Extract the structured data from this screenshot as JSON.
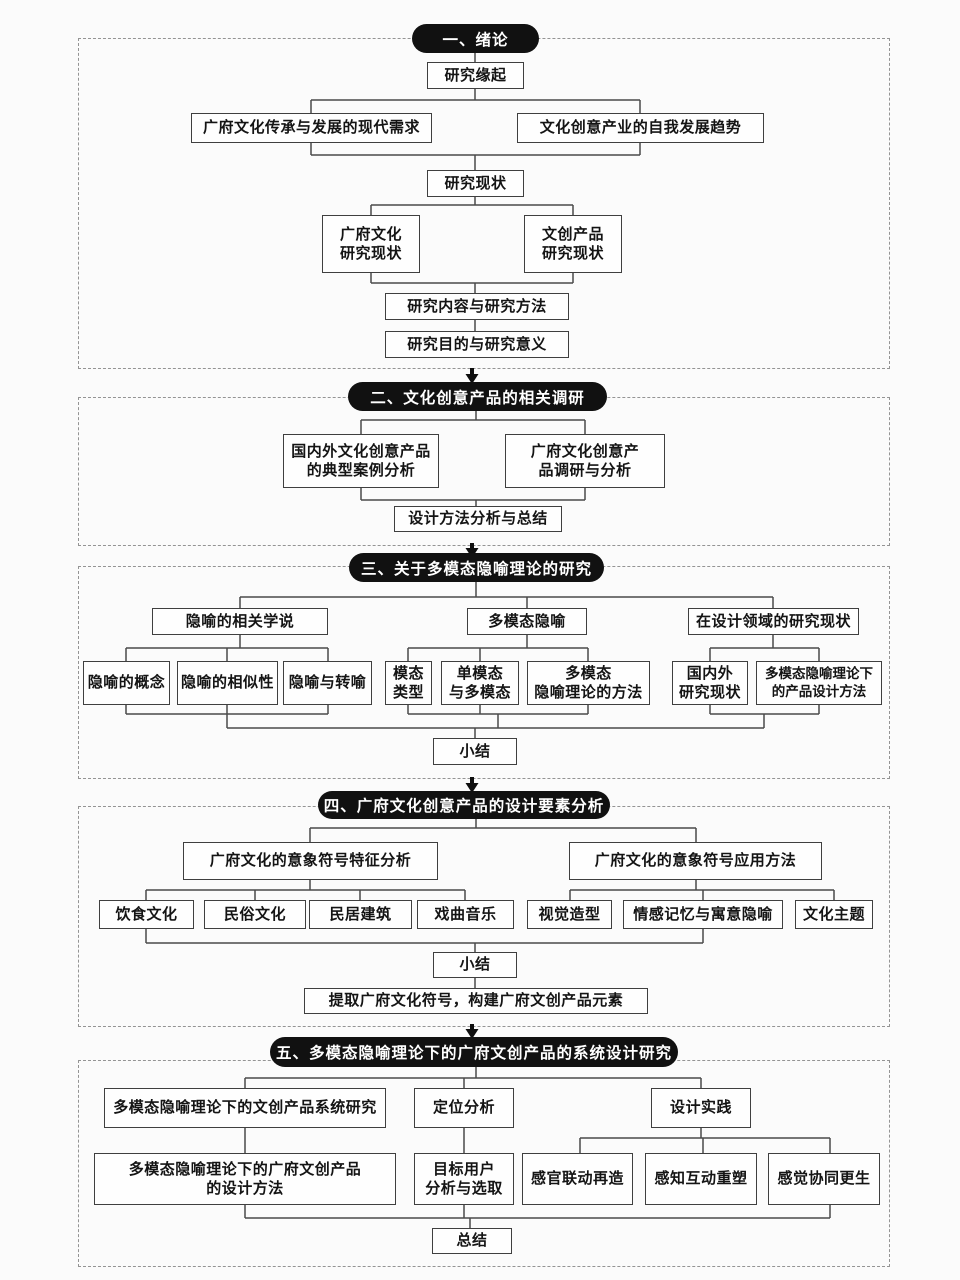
{
  "style": {
    "pill_bg": "#111111",
    "pill_text": "#ffffff",
    "box_border": "#3f3f3f",
    "line_color": "#4a4a4a",
    "dash_border": "#949494",
    "canvas_bg": "#fbfbfb"
  },
  "sections": {
    "s1": {
      "header": "一、绪论",
      "origin": "研究缘起",
      "need": "广府文化传承与发展的现代需求",
      "trend": "文化创意产业的自我发展趋势",
      "status": "研究现状",
      "gf_status": "广府文化\n研究现状",
      "wc_status": "文创产品\n研究现状",
      "content_method": "研究内容与研究方法",
      "purpose": "研究目的与研究意义"
    },
    "s2": {
      "header": "二、文化创意产品的相关调研",
      "case_analysis": "国内外文化创意产品\n的典型案例分析",
      "gf_survey": "广府文化创意产\n品调研与分析",
      "method_summary": "设计方法分析与总结"
    },
    "s3": {
      "header": "三、关于多模态隐喻理论的研究",
      "theories": "隐喻的相关学说",
      "multimodal": "多模态隐喻",
      "design_field": "在设计领域的研究现状",
      "concept": "隐喻的概念",
      "similarity": "隐喻的相似性",
      "metonymy": "隐喻与转喻",
      "modal_type": "模态\n类型",
      "single_multi": "单模态\n与多模态",
      "mm_method": "多模态\n隐喻理论的方法",
      "domestic": "国内外\n研究现状",
      "product_design": "多模态隐喻理论下\n的产品设计方法",
      "summary": "小结"
    },
    "s4": {
      "header": "四、广府文化创意产品的设计要素分析",
      "feature": "广府文化的意象符号特征分析",
      "application": "广府文化的意象符号应用方法",
      "food": "饮食文化",
      "folk": "民俗文化",
      "architecture": "民居建筑",
      "opera": "戏曲音乐",
      "visual": "视觉造型",
      "emotion": "情感记忆与寓意隐喻",
      "theme": "文化主题",
      "summary": "小结",
      "extract": "提取广府文化符号，构建广府文创产品元素"
    },
    "s5": {
      "header": "五、多模态隐喻理论下的广府文创产品的系统设计研究",
      "system": "多模态隐喻理论下的文创产品系统研究",
      "positioning": "定位分析",
      "practice": "设计实践",
      "design_method": "多模态隐喻理论下的广府文创产品\n的设计方法",
      "target_user": "目标用户\n分析与选取",
      "sensory": "感官联动再造",
      "perception": "感知互动重塑",
      "synergy": "感觉协同更生",
      "conclusion": "总结"
    }
  }
}
